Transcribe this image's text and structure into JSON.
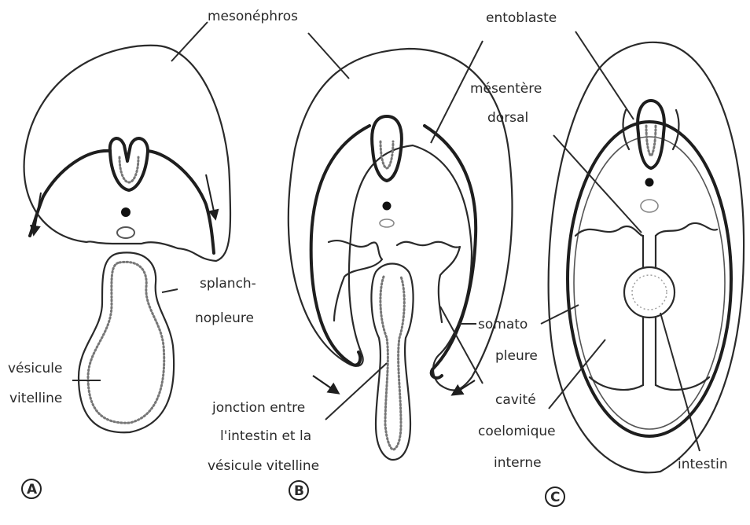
{
  "labels": {
    "mesonephros": "mesonéphros",
    "entoblaste": "entoblaste",
    "mesentere_dorsal_line1": "mésentère",
    "mesentere_dorsal_line2": "dorsal",
    "splanchnopleure_line1": "splanch-",
    "splanchnopleure_line2": "nopleure",
    "vesicule_vitelline_line1": "vésicule",
    "vesicule_vitelline_line2": "vitelline",
    "jonction_line1": "jonction entre",
    "jonction_line2": "l'intestin et la",
    "jonction_line3": "vésicule vitelline",
    "somatopleure_line1": "somato",
    "somatopleure_line2": "pleure",
    "cavite_line1": "cavité",
    "cavite_line2": "coelomique",
    "cavite_line3": "interne",
    "intestin": "intestin"
  },
  "panels": {
    "a": "A",
    "b": "B",
    "c": "C"
  }
}
